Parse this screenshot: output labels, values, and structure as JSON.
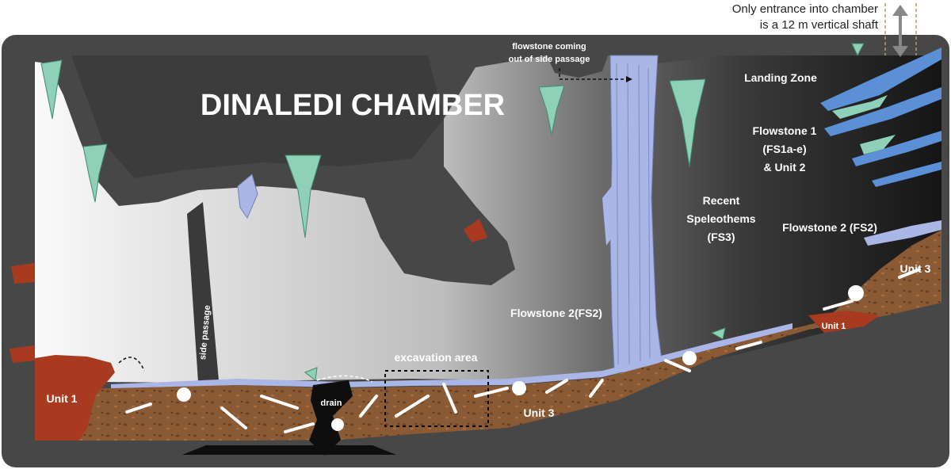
{
  "title": "DINALEDI CHAMBER",
  "entrance_note": [
    "Only entrance into chamber",
    "is a 12 m vertical shaft"
  ],
  "labels": {
    "flowstone_side": [
      "flowstone coming",
      "out of side passage"
    ],
    "landing_zone": "Landing Zone",
    "flowstone1": [
      "Flowstone 1",
      "(FS1a-e)",
      "& Unit 2"
    ],
    "recent_speleothems": [
      "Recent",
      "Speleothems",
      "(FS3)"
    ],
    "flowstone2_right": "Flowstone 2 (FS2)",
    "flowstone2_center": "Flowstone 2(FS2)",
    "excavation_area": "excavation area",
    "unit3_center": "Unit 3",
    "unit3_right": "Unit 3",
    "unit1_left": "Unit 1",
    "unit1_right": "Unit 1",
    "drain": "drain",
    "side_passage": "side passage"
  },
  "colors": {
    "rock": "#4a4a4a",
    "cave_light": "#e6e6e6",
    "cave_dark": "#1c1c1c",
    "sediment_unit3": "#8a5a34",
    "sediment_unit1": "#a83b1f",
    "flowstone": "#a9b6e6",
    "flowstone_fs1": "#5b8fd6",
    "speleothem": "#8fd0b8",
    "bone": "#ffffff"
  }
}
